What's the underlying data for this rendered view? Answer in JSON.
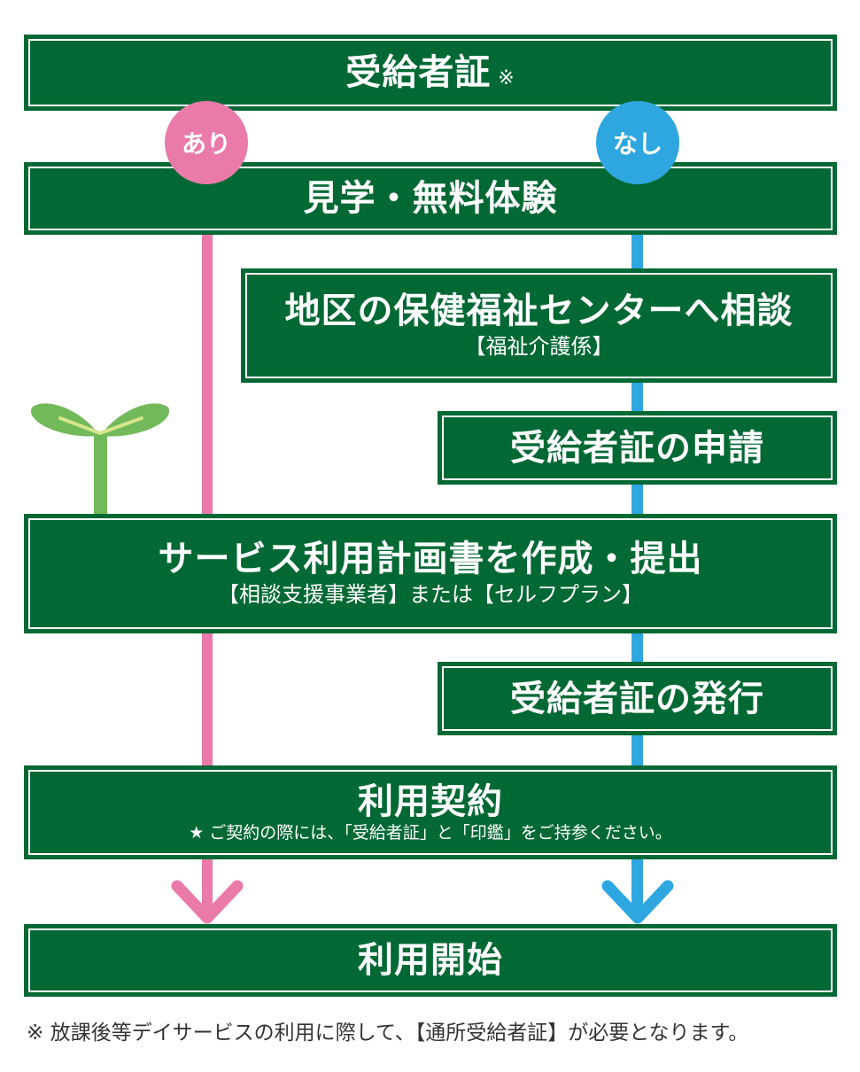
{
  "flowchart": {
    "start": {
      "title": "受給者証",
      "mark": "※"
    },
    "branches": {
      "yes": {
        "label": "あり",
        "color": "#ea7aaa"
      },
      "no": {
        "label": "なし",
        "color": "#2ea7e0"
      }
    },
    "steps": [
      {
        "id": "visit",
        "title": "見学・無料体験"
      },
      {
        "id": "consult",
        "title": "地区の保健福祉センターへ相談",
        "sub": "【福祉介護係】"
      },
      {
        "id": "apply",
        "title": "受給者証の申請"
      },
      {
        "id": "plan",
        "title": "サービス利用計画書を作成・提出",
        "sub": "【相談支援事業者】または【セルフプラン】"
      },
      {
        "id": "issue",
        "title": "受給者証の発行"
      },
      {
        "id": "contract",
        "title": "利用契約",
        "sub": "★ ご契約の際には、「受給者証」と「印鑑」をご持参ください。"
      },
      {
        "id": "start-use",
        "title": "利用開始"
      }
    ],
    "footnote": "※ 放課後等デイサービスの利用に際して、【通所受給者証】が必要となります。"
  },
  "colors": {
    "box_green": "#036934",
    "pink": "#ea7aaa",
    "blue": "#2ea7e0",
    "sprout_leaf": "#72b95a",
    "sprout_vein": "#d4e68a"
  }
}
